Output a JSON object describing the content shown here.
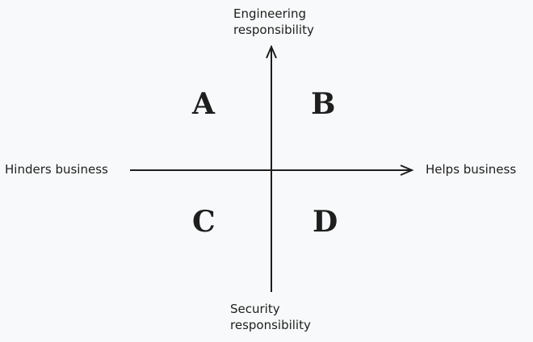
{
  "axes": {
    "top_label_line1": "Engineering",
    "top_label_line2": "responsibility",
    "bottom_label_line1": "Security",
    "bottom_label_line2": "responsibility",
    "left_label": "Hinders business",
    "right_label": "Helps business"
  },
  "quadrants": {
    "top_left": "A",
    "top_right": "B",
    "bottom_left": "C",
    "bottom_right": "D"
  },
  "colors": {
    "background": "#f8f9fa",
    "stroke": "#1e1e1e"
  }
}
